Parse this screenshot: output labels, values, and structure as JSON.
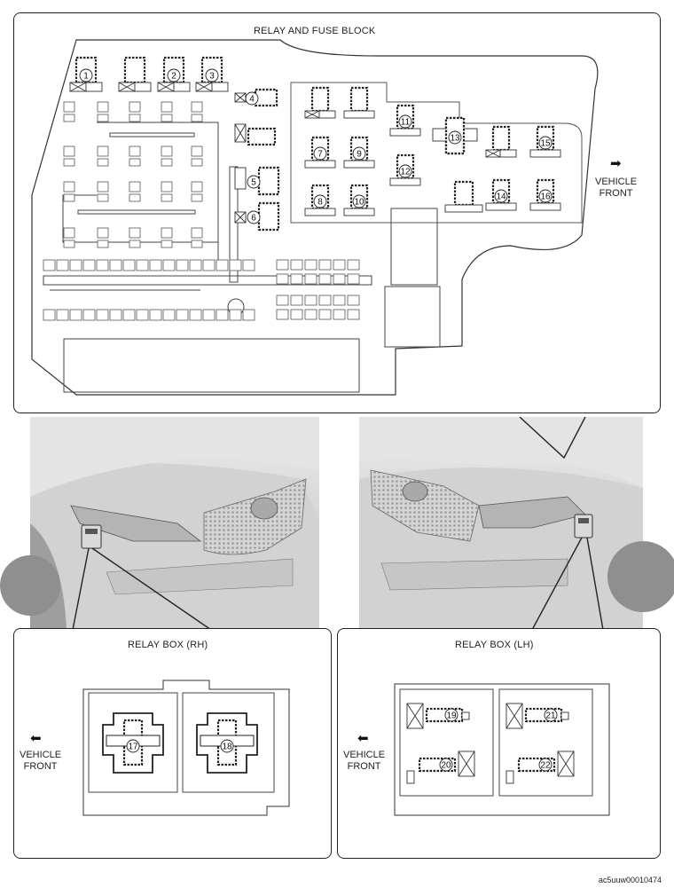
{
  "main_block": {
    "title": "RELAY AND FUSE BLOCK",
    "direction_label_line1": "VEHICLE",
    "direction_label_line2": "FRONT",
    "direction_arrow": "arrow-right-icon",
    "relays": [
      "1",
      "2",
      "3",
      "4",
      "5",
      "6",
      "7",
      "8",
      "9",
      "10",
      "11",
      "12",
      "13",
      "14",
      "15",
      "16"
    ]
  },
  "relay_box_rh": {
    "title": "RELAY BOX (RH)",
    "direction_label_line1": "VEHICLE",
    "direction_label_line2": "FRONT",
    "direction_arrow": "arrow-left-icon",
    "relays": [
      "17",
      "18"
    ]
  },
  "relay_box_lh": {
    "title": "RELAY BOX (LH)",
    "direction_label_line1": "VEHICLE",
    "direction_label_line2": "FRONT",
    "direction_arrow": "arrow-left-icon",
    "relays": [
      "19",
      "20",
      "21",
      "22"
    ]
  },
  "reference_code": "ac5uuw00010474"
}
